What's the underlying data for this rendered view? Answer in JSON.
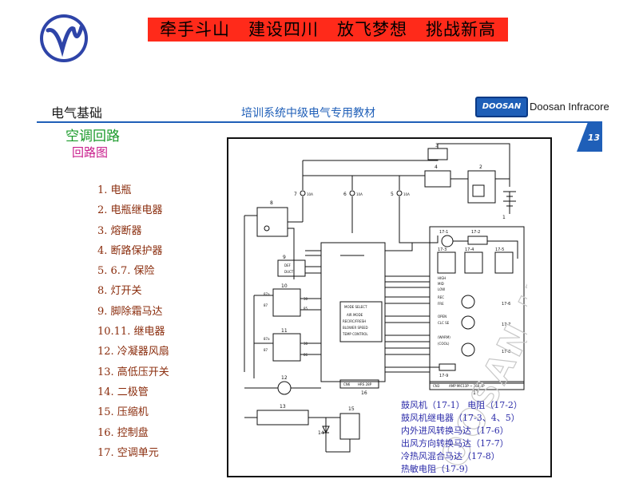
{
  "header": {
    "slogan": "牵手斗山   建设四川   放飞梦想   挑战新高"
  },
  "section_title": "电气基础",
  "training_title": "培训系统中级电气专用教材",
  "brand": {
    "logo_text": "DOOSAN",
    "name": "Doosan Infracore",
    "page_number": "13",
    "color": "#1f5fb8"
  },
  "subtitle": "空调回路",
  "subsubtitle": "回路图",
  "component_list": [
    "1. 电瓶",
    "2. 电瓶继电器",
    "3. 熔断器",
    "4. 断路保护器",
    "5. 6.7. 保险",
    "8. 灯开关",
    "9. 脚除霜马达",
    "10.11. 继电器",
    "12. 冷凝器风扇",
    "13. 高低压开关",
    "14. 二极管",
    "15. 压缩机",
    "16. 控制盘",
    "17. 空调单元"
  ],
  "legend": [
    "鼓风机（17-1）     电阻（17-2）",
    "鼓风机继电器（17-3、4、5）",
    "内外进风转换马达（17-6）",
    "出风方向转换马达（17-7）",
    "冷热风混合马达（17-8）",
    "热敏电阻（17-9）"
  ],
  "diagram": {
    "watermark": "DOOSAN INFRACORE",
    "labels": {
      "n3": "3",
      "n4": "4",
      "n2": "2",
      "n1": "1",
      "n7": "7",
      "n6": "6",
      "n5": "5",
      "f7": "10A",
      "f6": "10A",
      "f5": "10A",
      "n8": "8",
      "n9": "9",
      "n10": "10",
      "n11": "11",
      "n12": "12",
      "n13": "13",
      "n14": "14",
      "n15": "15",
      "n16": "16",
      "n17": "17",
      "n17_1": "17-1",
      "n17_2": "17-2",
      "n17_3": "17-3",
      "n17_4": "17-4",
      "n17_5": "17-5",
      "n17_6": "17-6",
      "n17_7": "17-7",
      "n17_8": "17-8",
      "n17_9": "17-9",
      "def": "DEF",
      "duct": "DUCT",
      "high": "HIGH",
      "mid": "MID",
      "low": "LOW",
      "rec": "REC",
      "fre": "FRE",
      "open": "OPEN",
      "clcse": "CLC SE",
      "warm": "(WARM)",
      "cool": "(COOL)",
      "mode_select": "MODE SELECT",
      "air_mode": "AIR MODE",
      "recirc": "RECIRC/FRESH",
      "blower": "BLOWER SPEED",
      "temp": "TEMP CONTROL",
      "cn6": "CN6",
      "hrs": "HRS 28P",
      "cn3": "CN3",
      "amp": "AMP MIC13P ~ 260 4P",
      "p87a": "87a",
      "p87": "87",
      "p30": "30",
      "p85": "85",
      "p86": "86",
      "p87a_b": "87a",
      "p87_b": "87",
      "p30_b": "30"
    }
  }
}
